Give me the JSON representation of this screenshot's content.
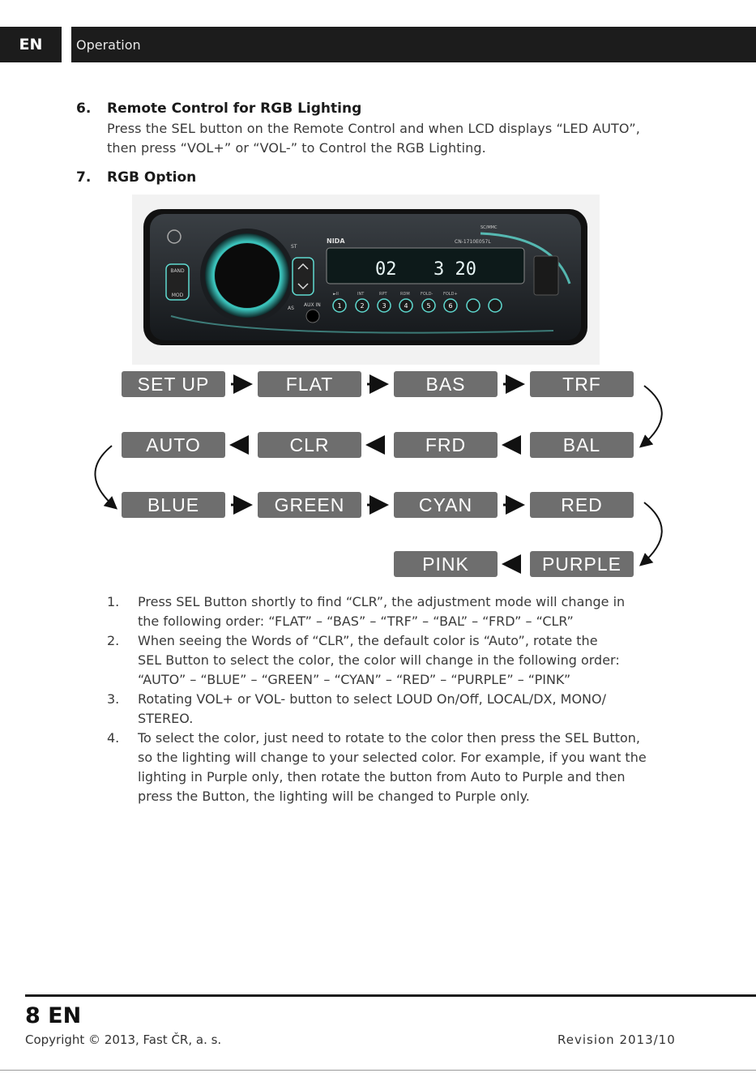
{
  "header": {
    "lang": "EN",
    "section": "Operation"
  },
  "sections": [
    {
      "num": "6.",
      "title": "Remote Control for RGB Lighting",
      "body": [
        "Press the SEL button on the Remote Control and when LCD displays “LED AUTO”,",
        "then press “VOL+” or “VOL-” to Control the RGB Lighting."
      ]
    },
    {
      "num": "7.",
      "title": "RGB Option"
    }
  ],
  "stereo": {
    "brand": "NIDA",
    "model": "CN-1710E057L",
    "slot_label": "SC/MMC",
    "display": {
      "left": "02",
      "right": "3 20"
    },
    "button_labels": {
      "st": "ST",
      "band": "BAND",
      "mod": "MOD",
      "as": "AS",
      "aux": "AUX IN"
    },
    "function_labels": [
      "►II",
      "INT",
      "RPT",
      "RDM",
      "FOLD-",
      "FOLD+"
    ],
    "number_buttons": [
      "1",
      "2",
      "3",
      "4",
      "5",
      "6"
    ]
  },
  "flow": {
    "row1": [
      "SET UP",
      "FLAT",
      "BAS",
      "TRF"
    ],
    "row2": [
      "AUTO",
      "CLR",
      "FRD",
      "BAL"
    ],
    "row3": [
      "BLUE",
      "GREEN",
      "CYAN",
      "RED"
    ],
    "row4": [
      "PINK",
      "PURPLE"
    ]
  },
  "list": [
    {
      "num": "1.",
      "lines": [
        "Press SEL Button shortly to find “CLR”, the adjustment mode will change in",
        "the following order: “FLAT” – “BAS” – “TRF” – “BAL” – “FRD” – “CLR”"
      ]
    },
    {
      "num": "2.",
      "lines": [
        "When seeing the Words of “CLR”, the default color is “Auto”, rotate the",
        "SEL Button to select the color, the color will change in the following order:",
        "“AUTO” – “BLUE” – “GREEN” – “CYAN” – “RED” – “PURPLE” – “PINK”"
      ]
    },
    {
      "num": "3.",
      "lines": [
        "Rotating VOL+ or VOL- button to select LOUD On/Off, LOCAL/DX, MONO/",
        "STEREO."
      ]
    },
    {
      "num": "4.",
      "lines": [
        "To select the color, just need to rotate to the color then press the SEL Button,",
        "so the lighting will change to your selected color. For example, if you want the",
        "lighting in Purple only, then rotate the button from Auto to Purple and then",
        "press the Button, the lighting will be changed to Purple only."
      ]
    }
  ],
  "footer": {
    "page": "8 EN",
    "copyright": "Copyright © 2013, Fast ČR, a. s.",
    "revision": "Revision 2013/10"
  }
}
